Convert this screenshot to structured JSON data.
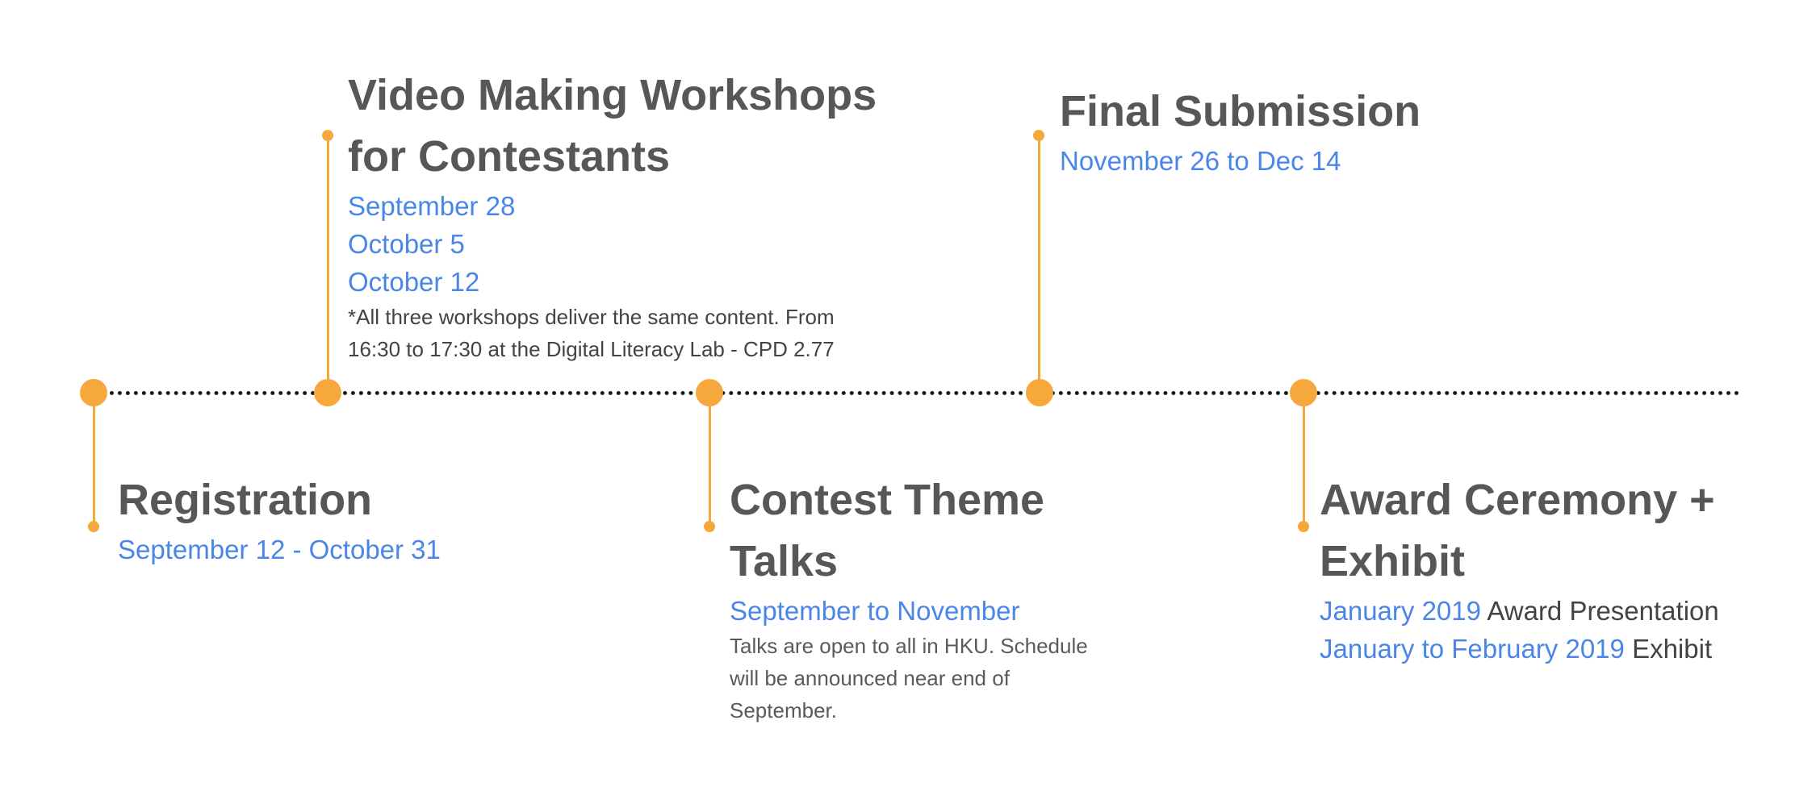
{
  "events": {
    "registration": {
      "title": "Registration",
      "dates": [
        "September 12 - October 31"
      ]
    },
    "workshops": {
      "title_line1": "Video Making Workshops",
      "title_line2": "for Contestants",
      "dates": [
        "September 28",
        "October 5",
        "October 12"
      ],
      "note_line1": "*All three workshops deliver the same content. From",
      "note_line2": "16:30 to 17:30 at the Digital Literacy Lab - CPD 2.77"
    },
    "talks": {
      "title_line1": "Contest Theme",
      "title_line2": "Talks",
      "dates": [
        "September to November"
      ],
      "note_line1": "Talks are open to all in HKU. Schedule",
      "note_line2": "will be announced near end of",
      "note_line3": "September."
    },
    "submission": {
      "title": "Final Submission",
      "dates": [
        "November 26 to Dec 14"
      ]
    },
    "award": {
      "title_line1": "Award Ceremony +",
      "title_line2": "Exhibit",
      "rows": [
        {
          "date": "January 2019",
          "label": "Award Presentation"
        },
        {
          "date": "January to February 2019",
          "label": "Exhibit"
        }
      ]
    }
  },
  "colors": {
    "accent": "#f7a83c",
    "title": "#575757",
    "date": "#4a86e8",
    "text": "#434343",
    "axis": "#1c1c1c"
  }
}
